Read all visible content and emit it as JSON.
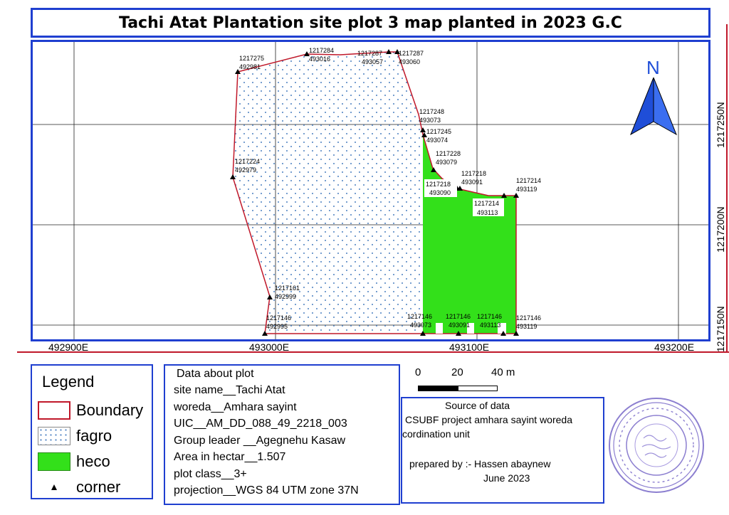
{
  "title": "Tachi Atat Plantation site plot 3 map planted in 2023 G.C",
  "axes": {
    "x_ticks": [
      "492900E",
      "493000E",
      "493100E",
      "493200E"
    ],
    "y_ticks": [
      "1217250N",
      "1217200N",
      "1217150N"
    ]
  },
  "north_arrow": {
    "label": "N",
    "icon": "north-arrow-icon",
    "color": "#1f4ed8"
  },
  "colors": {
    "boundary": "#c0182a",
    "fagro_dots": "#4a7fc0",
    "heco": "#33e01a",
    "frame": "#1f3fd0"
  },
  "points": [
    {
      "id": "p1",
      "north": "1217275",
      "east": "492981"
    },
    {
      "id": "p2",
      "north": "1217284",
      "east": "493016"
    },
    {
      "id": "p3",
      "north": "1217287",
      "east": "493057"
    },
    {
      "id": "p4",
      "north": "1217287",
      "east": "493060"
    },
    {
      "id": "p5",
      "north": "1217248",
      "east": "493073"
    },
    {
      "id": "p6",
      "north": "1217245",
      "east": "493074"
    },
    {
      "id": "p7",
      "north": "1217228",
      "east": "493079"
    },
    {
      "id": "p8",
      "north": "1217218",
      "east": "493090"
    },
    {
      "id": "p9",
      "north": "1217218",
      "east": "493091"
    },
    {
      "id": "p10",
      "north": "1217214",
      "east": "493113"
    },
    {
      "id": "p11",
      "north": "1217214",
      "east": "493119"
    },
    {
      "id": "p12",
      "north": "1217224",
      "east": "492979"
    },
    {
      "id": "p13",
      "north": "1217161",
      "east": "492999"
    },
    {
      "id": "p14",
      "north": "1217146",
      "east": "492995"
    },
    {
      "id": "p15",
      "north": "1217146",
      "east": "493073"
    },
    {
      "id": "p16",
      "north": "1217146",
      "east": "493091"
    },
    {
      "id": "p17",
      "north": "1217146",
      "east": "493113"
    },
    {
      "id": "p18",
      "north": "1217146",
      "east": "493119"
    }
  ],
  "legend": {
    "title": "Legend",
    "items": [
      {
        "label": "Boundary"
      },
      {
        "label": "fagro"
      },
      {
        "label": "heco"
      },
      {
        "label": "corner"
      }
    ]
  },
  "plot_data": {
    "heading": "Data about plot",
    "lines": [
      "site name__Tachi Atat",
      "woreda__Amhara sayint",
      "UIC__AM_DD_088_49_2218_003",
      "Group leader __Agegnehu Kasaw",
      "Area in hectar__1.507",
      "plot class__3+",
      "projection__WGS 84 UTM zone 37N"
    ]
  },
  "scale": {
    "labels": [
      "0",
      "20",
      "40 m"
    ]
  },
  "source": {
    "heading": "Source of data",
    "line1": "CSUBF project amhara sayint woreda",
    "line2": "cordination unit",
    "prepared": "prepared by :- Hassen abaynew",
    "date": "June 2023"
  },
  "seal": {
    "icon": "official-stamp-icon",
    "color": "#8c7fd0"
  }
}
